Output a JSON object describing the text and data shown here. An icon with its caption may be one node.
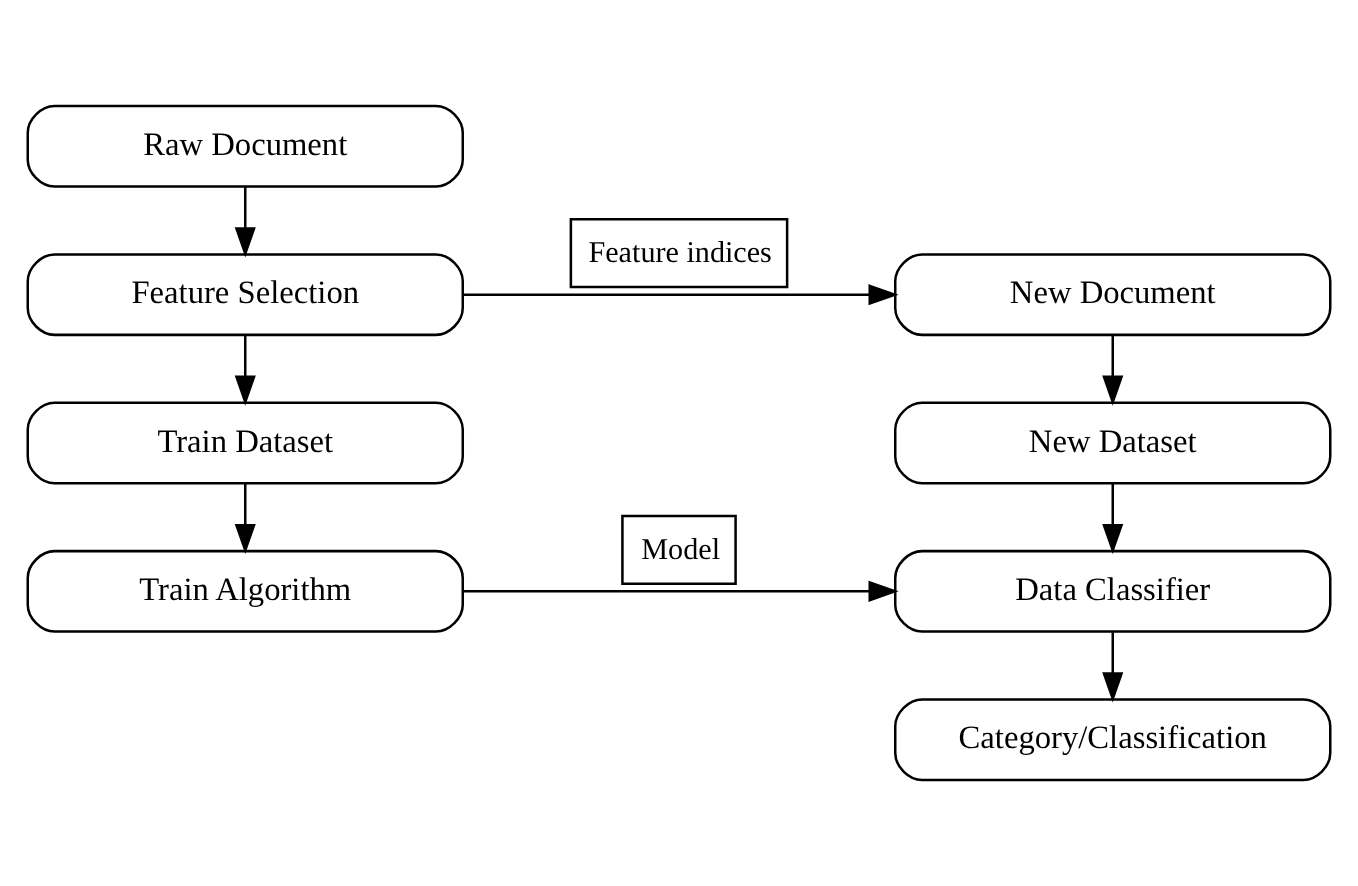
{
  "diagram": {
    "nodes": [
      {
        "text": [
          "Raw Document"
        ]
      },
      {
        "text": [
          "Feature Selection"
        ]
      },
      {
        "text": [
          "Train Dataset"
        ]
      },
      {
        "text": [
          "Train Algorithm"
        ]
      },
      {
        "text": [
          "New Document"
        ]
      },
      {
        "text": [
          "New Dataset"
        ]
      },
      {
        "text": [
          "Data Classifier"
        ]
      },
      {
        "text": [
          "Category/Classification"
        ]
      }
    ],
    "edges": [
      {
        "from": 0,
        "to": 1,
        "arrow": "to"
      },
      {
        "from": 1,
        "to": 2,
        "arrow": "to"
      },
      {
        "from": 2,
        "to": 3,
        "arrow": "to"
      },
      {
        "from": 1,
        "to": 4,
        "arrow": "to",
        "label": "Feature indices"
      },
      {
        "from": 4,
        "to": 5,
        "arrow": "to"
      },
      {
        "from": 5,
        "to": 6,
        "arrow": "to"
      },
      {
        "from": 3,
        "to": 6,
        "arrow": "to",
        "label": "Model"
      },
      {
        "from": 6,
        "to": 7,
        "arrow": "to"
      }
    ]
  }
}
